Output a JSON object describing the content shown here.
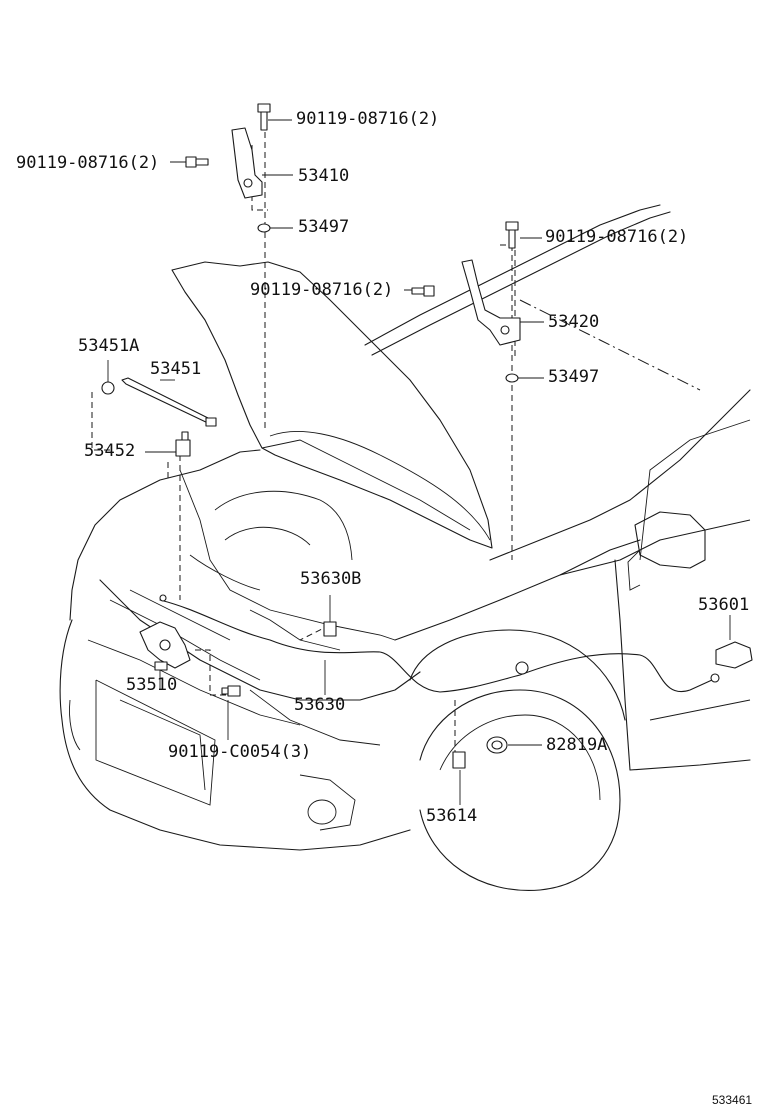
{
  "parts": {
    "bolt_hinge_top_left": "90119-08716(2)",
    "bolt_hinge_side_left": "90119-08716(2)",
    "hinge_left": "53410",
    "washer_left": "53497",
    "bolt_hinge_top_right": "90119-08716(2)",
    "bolt_hinge_side_right": "90119-08716(2)",
    "hinge_right": "53420",
    "washer_right": "53497",
    "prop_clamp": "53451A",
    "prop_rod": "53451",
    "prop_holder": "53452",
    "clamp_cable": "53630B",
    "lock_assembly": "53510",
    "release_cable": "53630",
    "lock_bolt": "90119-C0054(3)",
    "release_lever": "53601",
    "grommet": "82819A",
    "cable_clamp": "53614"
  },
  "figure_code": "533461"
}
